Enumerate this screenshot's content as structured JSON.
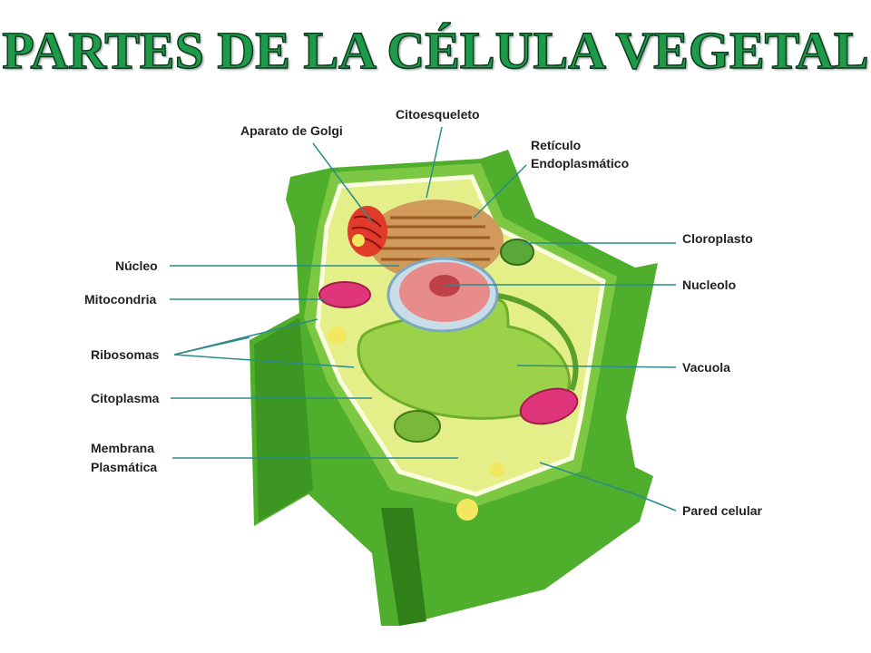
{
  "title": "PARTES DE LA CÉLULA VEGETAL",
  "colors": {
    "title": "#1d9a4a",
    "wall": "#4fae2b",
    "cytoplasm": "#e4ef8a",
    "leader_line": "#2a8c8c"
  },
  "labels": {
    "golgi": "Aparato de Golgi",
    "citoesqueleto": "Citoesqueleto",
    "reticulo_1": "Retículo",
    "reticulo_2": "Endoplasmático",
    "cloroplasto": "Cloroplasto",
    "nucleo": "Núcleo",
    "nucleolo": "Nucleolo",
    "mitocondria": "Mitocondria",
    "ribosomas": "Ribosomas",
    "vacuola": "Vacuola",
    "citoplasma": "Citoplasma",
    "membrana_1": "Membrana",
    "membrana_2": "Plasmática",
    "pared": "Pared celular"
  }
}
